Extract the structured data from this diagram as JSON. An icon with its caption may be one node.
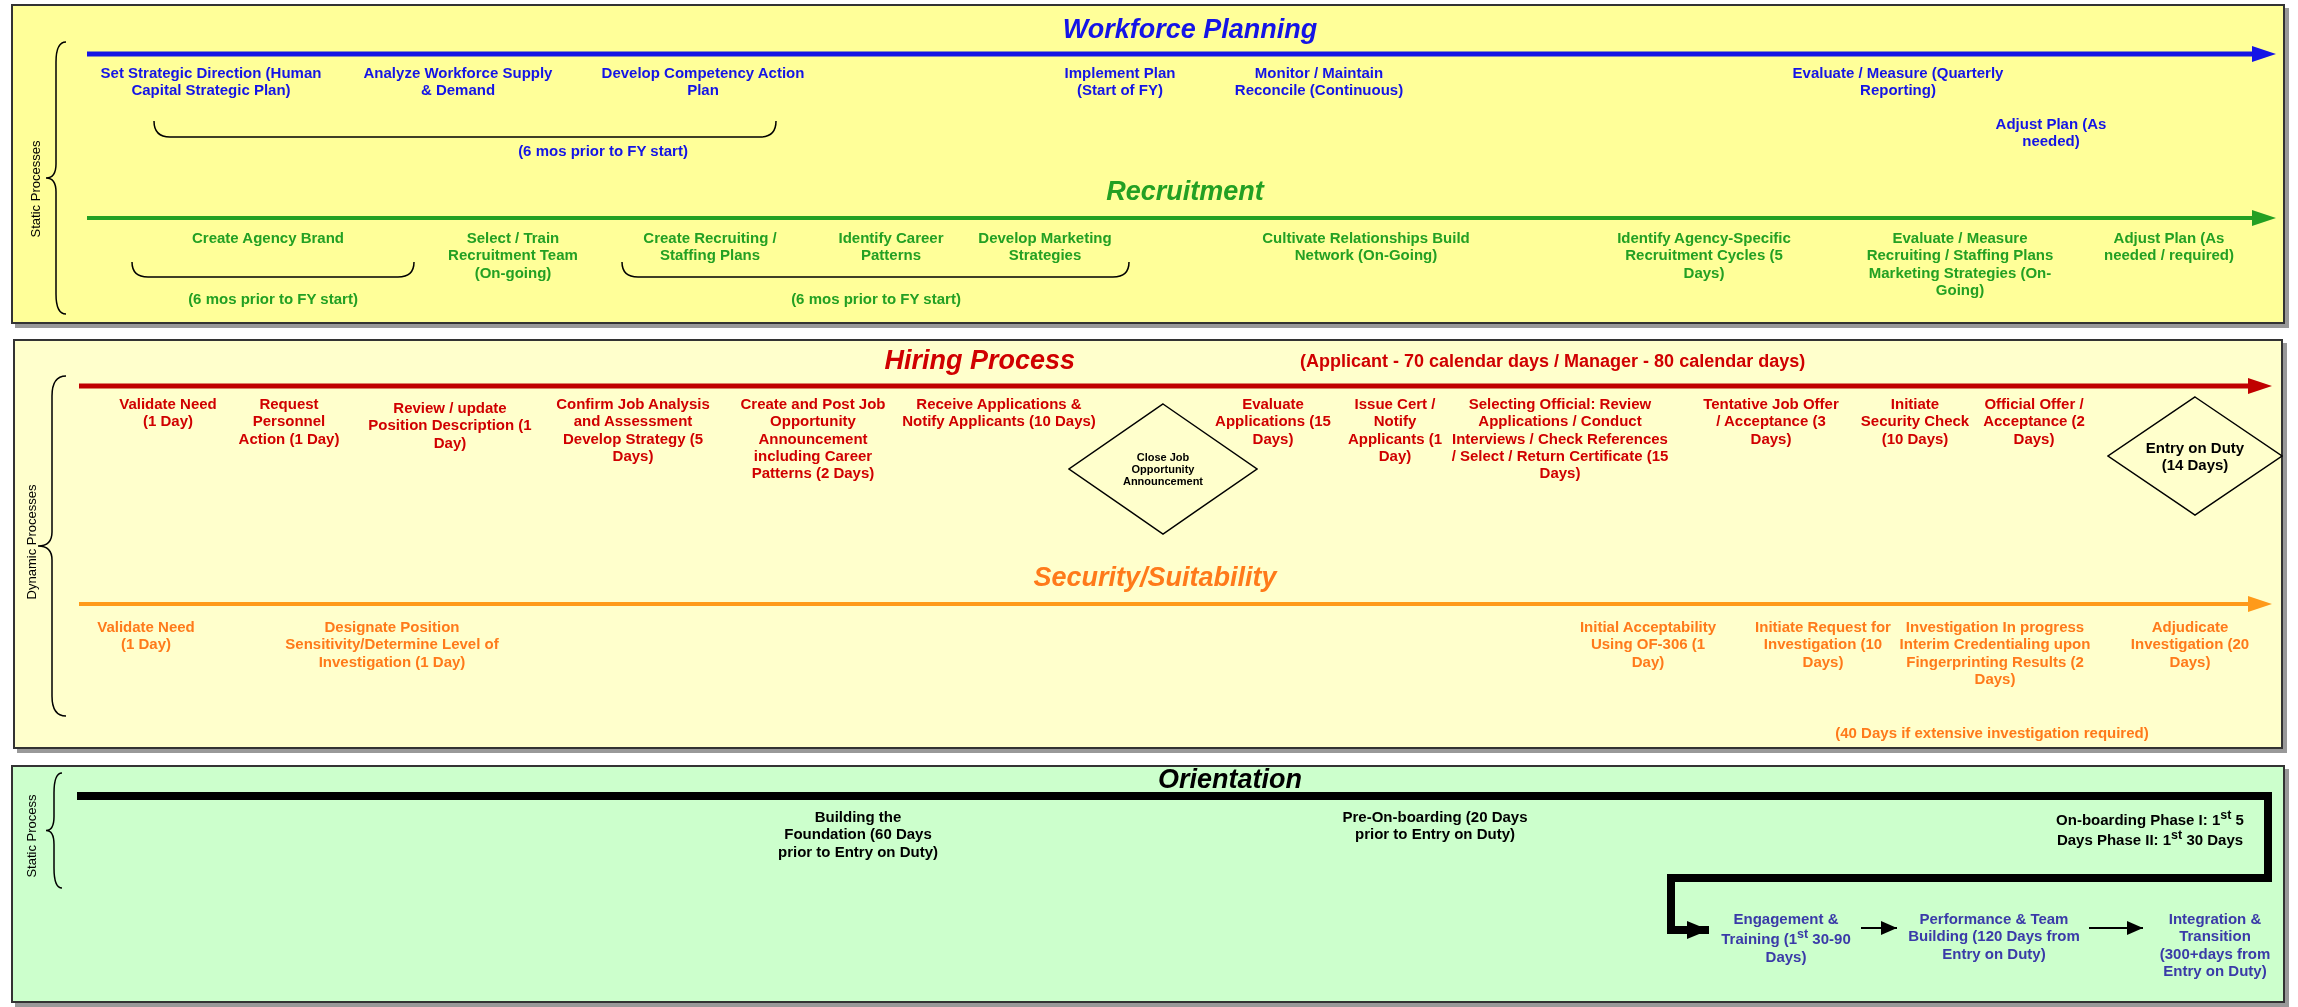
{
  "diagram": {
    "nodes": [
      {
        "text": [
          "Static Processes"
        ]
      },
      {
        "text": [
          "Dynamic Processes"
        ]
      },
      {
        "text": [
          "Close Job Opportunity Announcement"
        ],
        "in": 1
      },
      {
        "text": [
          "Entry on Duty (14 Days)"
        ],
        "in": 1
      },
      {
        "text": [
          "Static Process"
        ]
      },
      {
        "text": [
          "Engagement & Training (1$^{st}$ 30-90 Days)"
        ],
        "in": 4
      },
      {
        "text": [
          "Performance & Team Building (120 Days from Entry on Duty)"
        ],
        "in": 4
      },
      {
        "text": [
          "Integration & Transition (300+days from Entry on Duty)"
        ],
        "in": 4
      }
    ],
    "edges": [
      {
        "from": null,
        "to": 5,
        "arrow": "to",
        "style": "thick"
      },
      {
        "from": 5,
        "to": 6,
        "arrow": "to"
      },
      {
        "from": 6,
        "to": 7,
        "arrow": "to"
      }
    ],
    "labels": [
      "Workforce Planning",
      "Set Strategic Direction (Human Capital Strategic Plan)",
      "Analyze Workforce Supply & Demand",
      "Develop Competency Action Plan",
      "Implement Plan (Start of FY)",
      "Monitor / Maintain Reconcile (Continuous)",
      "Evaluate / Measure (Quarterly Reporting)",
      "(6 mos prior to FY start)",
      "Adjust Plan (As needed)",
      "Recruitment",
      "Create Agency Brand",
      "Select / Train Recruitment Team (On-going)",
      "Create Recruiting / Staffing Plans",
      "Identify Career Patterns",
      "Develop Marketing Strategies",
      "Cultivate Relationships Build Network (On-Going)",
      "Identify Agency-Specific Recruitment Cycles (5 Days)",
      "Evaluate / Measure Recruiting / Staffing Plans Marketing Strategies (On-Going)",
      "Adjust Plan (As needed / required)",
      "(6 mos prior to FY start)",
      "(6 mos prior to FY start)",
      "Hiring Process",
      "(Applicant - 70 calendar days / Manager - 80 calendar days)",
      "Validate Need (1 Day)",
      "Request Personnel Action (1 Day)",
      "Review / update Position Description (1 Day)",
      "Confirm Job Analysis and Assessment Develop Strategy (5 Days)",
      "Create and Post Job Opportunity Announcement including Career Patterns (2 Days)",
      "Receive Applications & Notify Applicants (10 Days)",
      "Evaluate Applications (15 Days)",
      "Issue Cert / Notify Applicants (1 Day)",
      "Selecting Official: Review Applications / Conduct Interviews / Check References / Select / Return Certificate (15 Days)",
      "Tentative Job Offer / Acceptance (3 Days)",
      "Initiate Security Check (10 Days)",
      "Official Offer / Acceptance (2 Days)",
      "Security/Suitability",
      "Validate Need (1 Day)",
      "Designate Position Sensitivity/Determine Level of Investigation (1 Day)",
      "Initial Acceptability Using OF-306 (1 Day)",
      "Initiate Request for Investigation (10 Days)",
      "Investigation In progress Interim Credentialing upon Fingerprinting Results (2 Days)",
      "Adjudicate Investigation (20 Days)",
      "(40 Days if extensive investigation required)",
      "Orientation",
      "Building the Foundation (60 Days prior to Entry on Duty)",
      "Pre-On-boarding (20 Days prior to Entry on Duty)",
      "On-boarding Phase I: 1$^{st}$ 5 Days Phase II: 1$^{st}$ 30 Days"
    ]
  }
}
